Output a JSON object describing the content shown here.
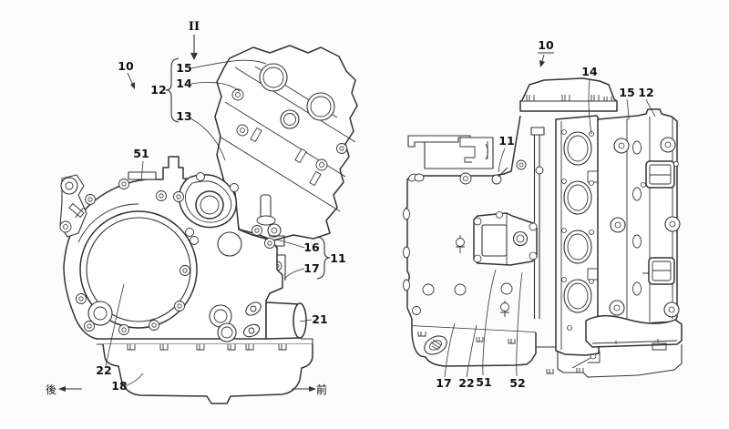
{
  "drawing": {
    "background": "#fcfcfc",
    "ink": "#333333",
    "label_ink": "#111111"
  },
  "left_view": {
    "section_marker": "II",
    "refs": {
      "r10": "10",
      "r12": "12",
      "r13": "13",
      "r14": "14",
      "r15": "15",
      "r51": "51",
      "r16": "16",
      "r17": "17",
      "r11": "11",
      "r21": "21",
      "r22": "22",
      "r18": "18"
    },
    "direction_rear": "後",
    "direction_front": "前"
  },
  "right_view": {
    "refs": {
      "r10": "10",
      "r14": "14",
      "r15": "15",
      "r12": "12",
      "r11": "11",
      "r17": "17",
      "r22": "22",
      "r51": "51",
      "r52": "52"
    }
  }
}
